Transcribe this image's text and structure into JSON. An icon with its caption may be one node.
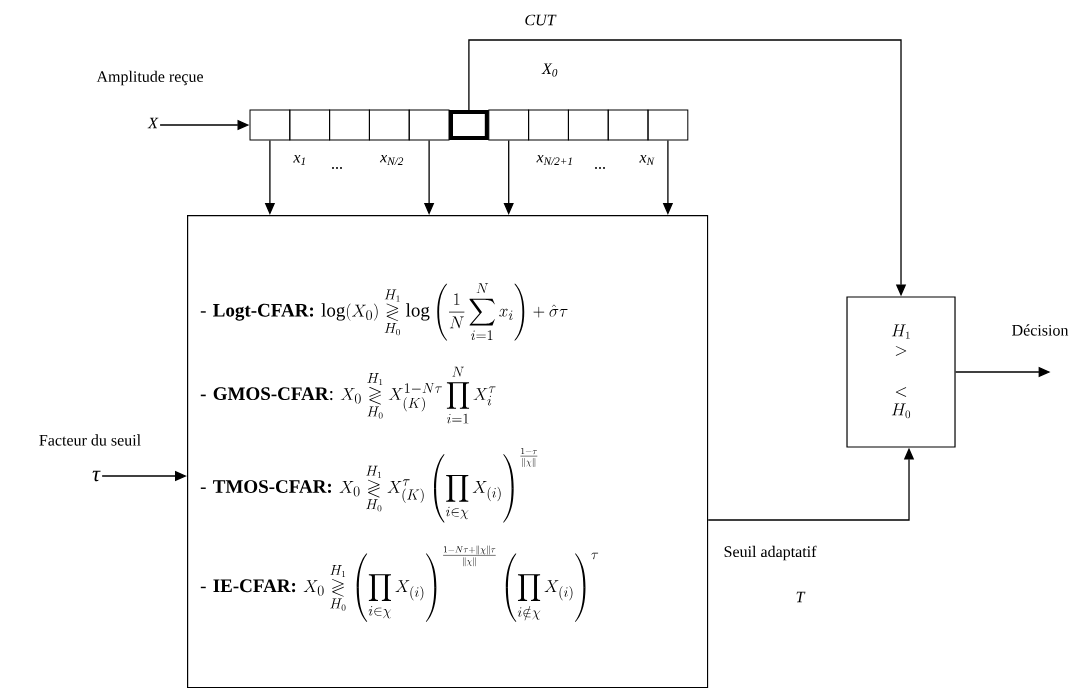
{
  "diagram": {
    "nodes": [
      {
        "text": [],
        "shape": "box"
      },
      {
        "text": [],
        "shape": "box"
      },
      {
        "text": [],
        "shape": "box"
      },
      {
        "text": [],
        "shape": "box"
      },
      {
        "text": [],
        "shape": "box"
      },
      {
        "text": [],
        "shape": "box"
      },
      {
        "text": [],
        "shape": "box"
      },
      {
        "text": [],
        "shape": "box"
      },
      {
        "text": [],
        "shape": "box"
      },
      {
        "text": [],
        "shape": "box"
      },
      {
        "text": [],
        "shape": "box"
      },
      {
        "text": [
          "- **Logt-CFAR:**",
          "\\log(X_0)\\overset{H_1}{\\underset{H_0}{\\gtrless}}\\log\\left(\\frac{1}{N}\\sum_{i=1}^{N}x_i\\right)+\\hat{\\sigma}\\tau",
          "**- GMOS-CFAR**:",
          "X_0\\overset{H_1}{\\underset{H_0}{\\gtrless}}X_{(K)}^{1-N\\tau}\\prod_{i=1}^{N}X_i^{\\tau}",
          "- **TMOS-CFAR:**",
          "X_0\\overset{H_1}{\\underset{H_0}{\\gtrless}}X_{(K)}^{\\tau}\\left(\\prod_{i\\in\\chi}X_{(i)}\\right)^{\\frac{1-\\tau}{\\|\\chi\\|}}",
          "- **IE-CFAR:**",
          "X_0\\overset{H_1}{\\underset{H_0}{\\gtrless}}\\left(\\prod_{i\\in\\chi}X_{(i)}\\right)^{\\frac{1-N\\tau+\\|\\chi\\|\\tau}{\\|\\chi\\|}}\\left(\\prod_{i\\notin\\chi}X_{(i)}\\right)^{\\tau}"
        ]
      },
      {
        "text": [
          "\\begin{array}{c}H_1\\\\>\\\\[3ex]<\\\\H_0\\end{array}"
        ]
      },
      {
        "text": [
          "X"
        ]
      },
      {
        "text": [
          "τ"
        ],
        "beside": [
          "Facteur du seuil"
        ]
      }
    ],
    "edges": [
      {
        "from": 13,
        "to": 0,
        "arrow": "to"
      },
      {
        "from": 0,
        "to": 11,
        "arrow": "to"
      },
      {
        "from": 4,
        "to": 11,
        "arrow": "to"
      },
      {
        "from": 6,
        "to": 11,
        "arrow": "to"
      },
      {
        "from": 10,
        "to": 11,
        "arrow": "to"
      },
      {
        "from": 5,
        "to": 12,
        "arrow": "to",
        "label": "CUT"
      },
      {
        "from": 14,
        "to": 11,
        "arrow": "to"
      },
      {
        "from": 11,
        "to": 12,
        "arrow": "to",
        "label": "Seuil adaptatif"
      },
      {
        "from": 12,
        "to": null,
        "arrow": "to",
        "label": "Décision"
      }
    ],
    "labels": [
      "Amplitude reçue",
      "X$_{0}$",
      "x$_{1}$",
      "...",
      "x$_{N/2}$",
      "x$_{N/2+1}$",
      "...",
      "x$_{N}$",
      "T"
    ]
  }
}
